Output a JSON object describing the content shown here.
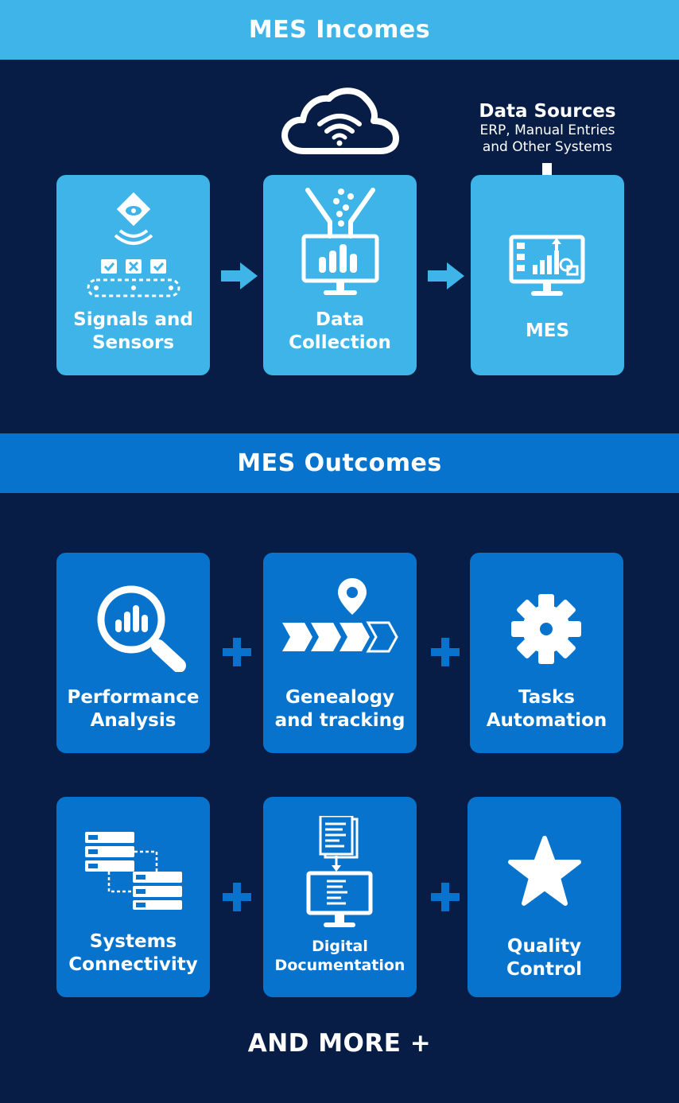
{
  "incomes": {
    "title": "MES Incomes",
    "cards": [
      {
        "label": "Signals and\nSensors",
        "icon": "sensor-conveyor-icon"
      },
      {
        "label": "Data\nCollection",
        "icon": "funnel-monitor-icon"
      },
      {
        "label": "MES",
        "icon": "dashboard-monitor-icon"
      }
    ],
    "data_sources": {
      "title": "Data Sources",
      "subtitle": "ERP, Manual Entries\nand Other Systems"
    }
  },
  "outcomes": {
    "title": "MES Outcomes",
    "cards": [
      {
        "label": "Performance\nAnalysis",
        "icon": "magnifier-chart-icon"
      },
      {
        "label": "Genealogy\nand tracking",
        "icon": "location-chevrons-icon"
      },
      {
        "label": "Tasks\nAutomation",
        "icon": "gear-icon"
      },
      {
        "label": "Systems\nConnectivity",
        "icon": "servers-connected-icon"
      },
      {
        "label": "Digital\nDocumentation",
        "icon": "document-monitor-icon"
      },
      {
        "label": "Quality\nControl",
        "icon": "star-icon"
      }
    ],
    "footer": "AND MORE +"
  },
  "colors": {
    "background": "#071d45",
    "light_blue": "#3fb4e8",
    "mid_blue": "#0873cc",
    "white": "#ffffff"
  }
}
